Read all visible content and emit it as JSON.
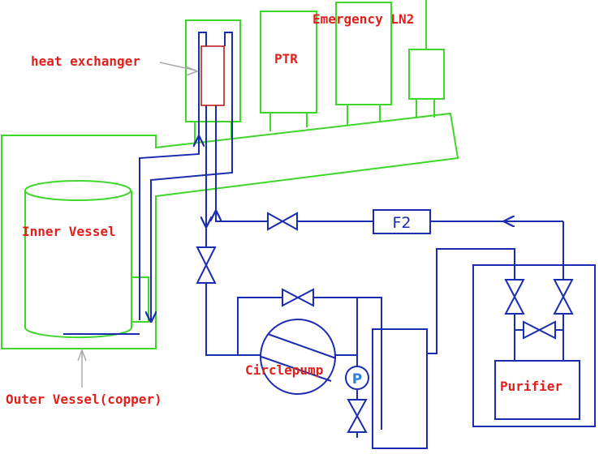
{
  "labels": {
    "heat_exchanger": "heat exchanger",
    "ptr": "PTR",
    "emergency_ln2": "Emergency LN2",
    "inner_vessel": "Inner Vessel",
    "outer_vessel": "Outer Vessel(copper)",
    "circlepump": "Circlepump",
    "f2": "F2",
    "purifier": "Purifier",
    "pressure_gauge": "P"
  },
  "colors": {
    "cryostat_lines": "#3fd62a",
    "gas_lines": "#1a2cb0",
    "label_text": "#e0201c",
    "gauge_text": "#2f7fe0",
    "pointer": "#aaaaaa",
    "heat_exchanger_core": "#b01010"
  }
}
